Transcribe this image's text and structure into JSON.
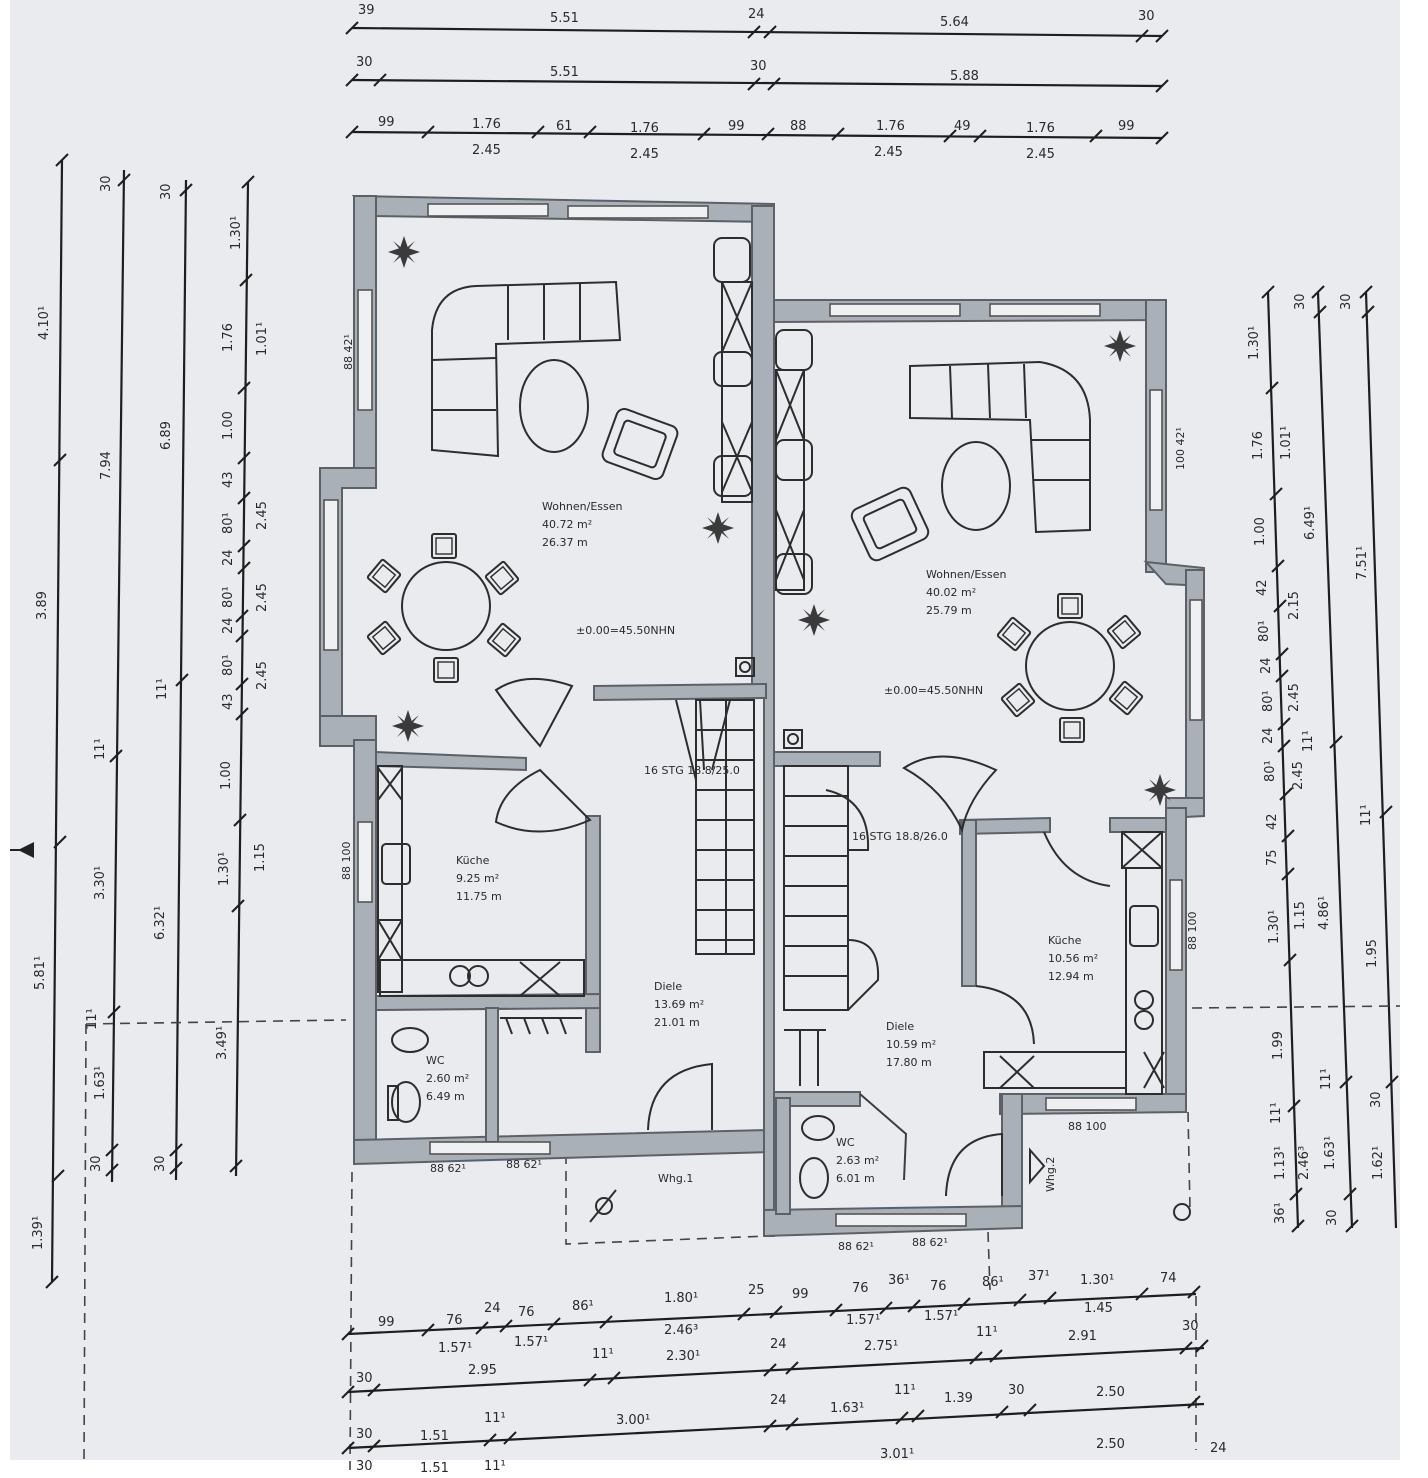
{
  "plan": {
    "top_dims": {
      "row1": [
        "39",
        "5.51",
        "24",
        "5.64",
        "30"
      ],
      "row2": [
        "30",
        "5.51",
        "30",
        "5.88"
      ],
      "row3_top": [
        "99",
        "1.76",
        "61",
        "1.76",
        "99",
        "88",
        "1.76",
        "49",
        "1.76",
        "99"
      ],
      "row3_bottom": [
        "2.45",
        "2.45",
        "2.45",
        "2.45"
      ]
    },
    "left_dims": {
      "col1": [
        "4.10¹",
        "3.89",
        "5.81¹",
        "1.39¹"
      ],
      "col2": [
        "30",
        "7.94",
        "11¹",
        "3.30¹",
        "11¹",
        "1.63¹",
        "30"
      ],
      "col3": [
        "30",
        "6.89",
        "11¹",
        "6.32¹",
        "30"
      ],
      "col4": [
        "1.30¹",
        "1.76",
        "1.01¹",
        "1.00",
        "43",
        "80¹",
        "24",
        "80¹",
        "24",
        "80¹",
        "43",
        "1.00",
        "1.30¹"
      ],
      "col4b": [
        "2.45",
        "2.45",
        "2.45",
        "1.15",
        "3.49¹"
      ]
    },
    "right_dims": {
      "col1": [
        "1.30¹",
        "1.76",
        "1.01¹",
        "1.00",
        "42",
        "80¹",
        "24",
        "80¹",
        "24",
        "80¹",
        "42",
        "75",
        "1.30¹",
        "1.99",
        "11¹",
        "1.13¹",
        "36¹"
      ],
      "col1b": [
        "2.15",
        "2.45",
        "2.45",
        "1.15",
        "2.46³"
      ],
      "col2": [
        "30",
        "6.49¹",
        "11¹",
        "4.86¹",
        "11¹",
        "1.63¹",
        "30"
      ],
      "col3": [
        "30",
        "7.51¹",
        "11¹",
        "1.95",
        "30",
        "1.62¹"
      ]
    },
    "bottom_dims": {
      "row1_top": [
        "99",
        "76",
        "24",
        "76",
        "86¹",
        "1.80¹",
        "25",
        "99",
        "76",
        "36¹",
        "76",
        "86¹",
        "37¹",
        "1.30¹",
        "74"
      ],
      "row1_bottom": [
        "1.57¹",
        "1.57¹",
        "2.46³",
        "1.57¹",
        "1.57¹",
        "1.45"
      ],
      "row2": [
        "30",
        "2.95",
        "11¹",
        "2.30¹",
        "24",
        "2.75¹",
        "11¹",
        "2.91",
        "30"
      ],
      "row3": [
        "30",
        "1.51",
        "11¹",
        "3.00¹",
        "24",
        "1.63¹",
        "11¹",
        "1.39",
        "30",
        "2.50"
      ],
      "row4": [
        "30",
        "1.51",
        "11¹",
        "3.01¹",
        "24",
        "2.50"
      ]
    },
    "rooms": {
      "living_left": {
        "name": "Wohnen/Essen",
        "area": "40.72 m²",
        "perimeter": "26.37 m"
      },
      "living_right": {
        "name": "Wohnen/Essen",
        "area": "40.02 m²",
        "perimeter": "25.79 m"
      },
      "kitchen_left": {
        "name": "Küche",
        "area": "9.25 m²",
        "perimeter": "11.75 m"
      },
      "kitchen_right": {
        "name": "Küche",
        "area": "10.56 m²",
        "perimeter": "12.94 m"
      },
      "hall_left": {
        "name": "Diele",
        "area": "13.69 m²",
        "perimeter": "21.01 m"
      },
      "hall_right": {
        "name": "Diele",
        "area": "10.59 m²",
        "perimeter": "17.80 m"
      },
      "wc_left": {
        "name": "WC",
        "area": "2.60 m²",
        "perimeter": "6.49 m"
      },
      "wc_right": {
        "name": "WC",
        "area": "2.63 m²",
        "perimeter": "6.01 m"
      }
    },
    "level_marks": {
      "left": "±0.00=45.50NHN",
      "right": "±0.00=45.50NHN"
    },
    "stairs": {
      "left": "16 STG 18.8/25.0",
      "right": "16 STG 18.8/26.0"
    },
    "units": {
      "left": "Whg.1",
      "right": "Whg.2"
    },
    "window_labels": {
      "left_living": "88 42¹",
      "right_living": "100 42¹",
      "left_kitchen": "88 100",
      "right_kitchen": "88 100",
      "bottom_left_1": "88 62¹",
      "bottom_left_2": "88 62¹",
      "bottom_right_1": "88 62¹",
      "bottom_right_2": "88 62¹",
      "right_hall": "88 100"
    }
  }
}
